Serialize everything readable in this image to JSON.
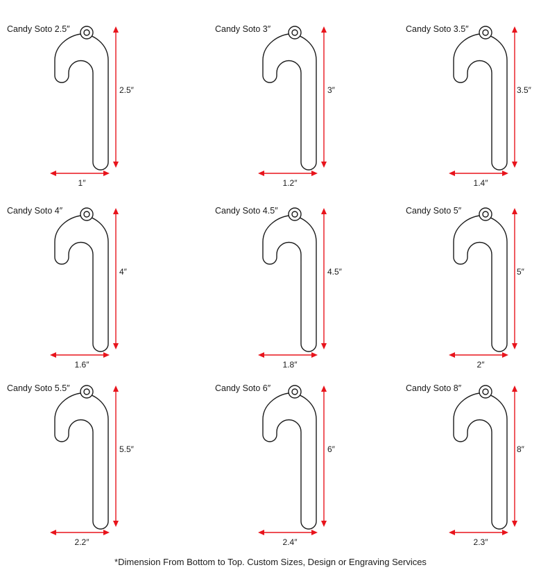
{
  "colors": {
    "dimension": "#e8141c",
    "outline": "#1a1a1a"
  },
  "icon": "candy-cane-shape",
  "items": [
    {
      "title": "Candy Soto 2.5″",
      "height": "2.5″",
      "width": "1″"
    },
    {
      "title": "Candy Soto 3″",
      "height": "3″",
      "width": "1.2″"
    },
    {
      "title": "Candy Soto 3.5″",
      "height": "3.5″",
      "width": "1.4″"
    },
    {
      "title": "Candy Soto 4″",
      "height": "4″",
      "width": "1.6″"
    },
    {
      "title": "Candy Soto 4.5″",
      "height": "4.5″",
      "width": "1.8″"
    },
    {
      "title": "Candy Soto 5″",
      "height": "5″",
      "width": "2″"
    },
    {
      "title": "Candy Soto 5.5″",
      "height": "5.5″",
      "width": "2.2″"
    },
    {
      "title": "Candy Soto 6″",
      "height": "6″",
      "width": "2.4″"
    },
    {
      "title": "Candy Soto 8″",
      "height": "8″",
      "width": "2.3″"
    }
  ],
  "footnote": "*Dimension From Bottom to Top. Custom Sizes, Design or Engraving Services"
}
